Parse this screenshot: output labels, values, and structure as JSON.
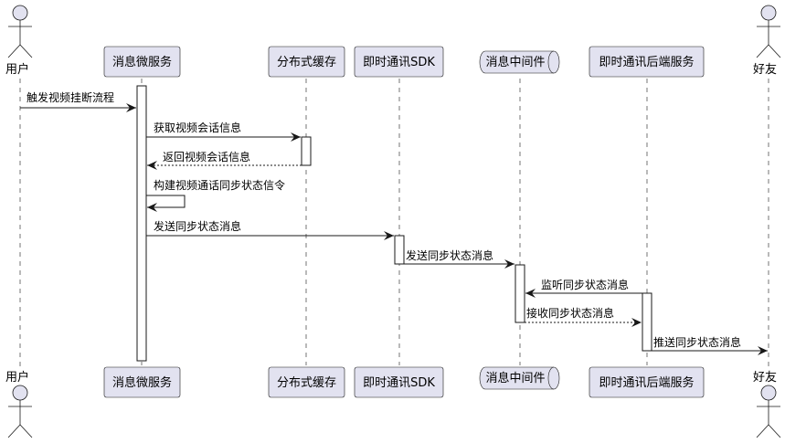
{
  "diagram": {
    "type": "sequence",
    "colors": {
      "participant_fill": "#E2E2F0",
      "participant_border": "#181818",
      "lifeline": "#181818",
      "activation_fill": "#FFFFFF",
      "arrow": "#181818"
    },
    "participants": [
      {
        "id": "user",
        "label": "用户",
        "kind": "actor",
        "icon": "actor-stick-figure-icon"
      },
      {
        "id": "msgsvc",
        "label": "消息微服务",
        "kind": "participant"
      },
      {
        "id": "cache",
        "label": "分布式缓存",
        "kind": "participant"
      },
      {
        "id": "sdk",
        "label": "即时通讯SDK",
        "kind": "participant"
      },
      {
        "id": "mq",
        "label": "消息中间件",
        "kind": "queue",
        "icon": "queue-cylinder-icon"
      },
      {
        "id": "imsvc",
        "label": "即时通讯后端服务",
        "kind": "participant"
      },
      {
        "id": "friend",
        "label": "好友",
        "kind": "actor",
        "icon": "actor-stick-figure-icon"
      }
    ],
    "messages": [
      {
        "from": "user",
        "to": "msgsvc",
        "label": "触发视频挂断流程",
        "style": "solid"
      },
      {
        "from": "msgsvc",
        "to": "cache",
        "label": "获取视频会话信息",
        "style": "solid"
      },
      {
        "from": "cache",
        "to": "msgsvc",
        "label": "返回视频会话信息",
        "style": "dashed"
      },
      {
        "from": "msgsvc",
        "to": "msgsvc",
        "label": "构建视频通话同步状态信令",
        "style": "solid"
      },
      {
        "from": "msgsvc",
        "to": "sdk",
        "label": "发送同步状态消息",
        "style": "solid"
      },
      {
        "from": "sdk",
        "to": "mq",
        "label": "发送同步状态消息",
        "style": "solid"
      },
      {
        "from": "imsvc",
        "to": "mq",
        "label": "监听同步状态消息",
        "style": "solid"
      },
      {
        "from": "mq",
        "to": "imsvc",
        "label": "接收同步状态消息",
        "style": "dashed"
      },
      {
        "from": "imsvc",
        "to": "friend",
        "label": "推送同步状态消息",
        "style": "solid"
      }
    ]
  }
}
